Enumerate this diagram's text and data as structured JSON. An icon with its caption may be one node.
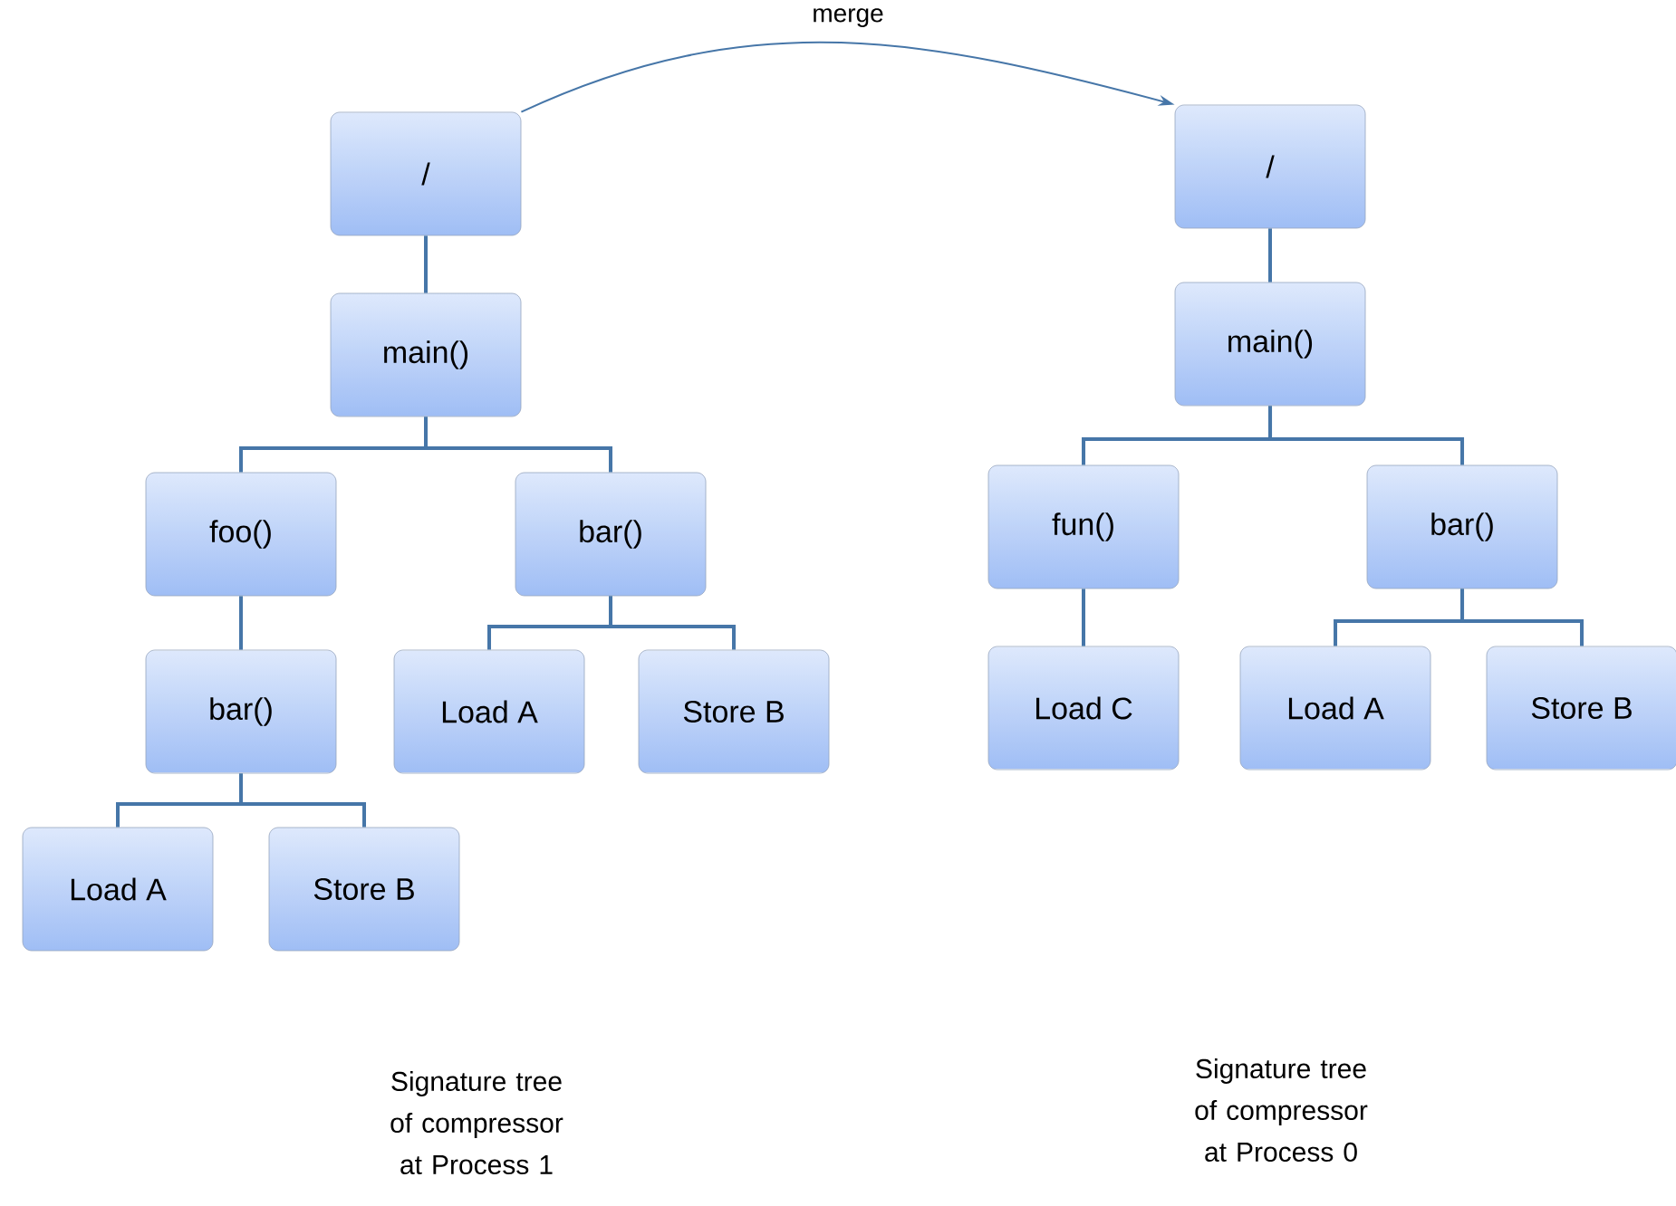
{
  "diagram": {
    "nodes": [
      {
        "text": [
          "/"
        ]
      },
      {
        "text": [
          "main()"
        ]
      },
      {
        "text": [
          "foo()"
        ]
      },
      {
        "text": [
          "bar()"
        ]
      },
      {
        "text": [
          "bar()"
        ]
      },
      {
        "text": [
          "Load A"
        ]
      },
      {
        "text": [
          "Store B"
        ]
      },
      {
        "text": [
          "Load A"
        ]
      },
      {
        "text": [
          "Store B"
        ]
      },
      {
        "text": [
          "/"
        ]
      },
      {
        "text": [
          "main()"
        ]
      },
      {
        "text": [
          "fun()"
        ]
      },
      {
        "text": [
          "bar()"
        ]
      },
      {
        "text": [
          "Load C"
        ]
      },
      {
        "text": [
          "Load A"
        ]
      },
      {
        "text": [
          "Store B"
        ]
      }
    ],
    "edges": [
      {
        "from": 0,
        "to": 9,
        "arrow": "to",
        "label": "merge"
      },
      {
        "from": 0,
        "to": 1,
        "arrow": "none"
      },
      {
        "from": 1,
        "to": 2,
        "arrow": "none"
      },
      {
        "from": 1,
        "to": 3,
        "arrow": "none"
      },
      {
        "from": 2,
        "to": 4,
        "arrow": "none"
      },
      {
        "from": 3,
        "to": 5,
        "arrow": "none"
      },
      {
        "from": 3,
        "to": 6,
        "arrow": "none"
      },
      {
        "from": 4,
        "to": 7,
        "arrow": "none"
      },
      {
        "from": 4,
        "to": 8,
        "arrow": "none"
      },
      {
        "from": 9,
        "to": 10,
        "arrow": "none"
      },
      {
        "from": 10,
        "to": 11,
        "arrow": "none"
      },
      {
        "from": 10,
        "to": 12,
        "arrow": "none"
      },
      {
        "from": 11,
        "to": 13,
        "arrow": "none"
      },
      {
        "from": 12,
        "to": 14,
        "arrow": "none"
      },
      {
        "from": 12,
        "to": 15,
        "arrow": "none"
      }
    ],
    "labels": [
      "Signature tree of compressor at Process 1",
      "Signature tree of compressor at Process 0"
    ]
  }
}
